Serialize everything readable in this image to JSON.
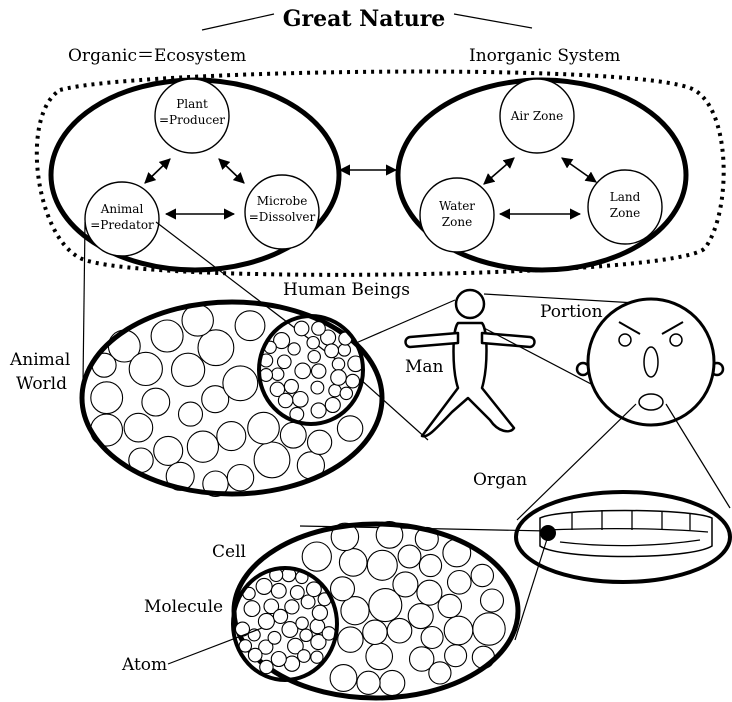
{
  "title": "Great Nature",
  "labels": {
    "organic": "Organic＝Ecosystem",
    "inorganic": "Inorganic System",
    "human_beings": "Human Beings",
    "portion": "Portion",
    "man": "Man",
    "animal_world_1": "Animal",
    "animal_world_2": "World",
    "organ": "Organ",
    "cell": "Cell",
    "molecule": "Molecule",
    "atom": "Atom"
  },
  "ecosystem": {
    "plant_1": "Plant",
    "plant_2": "=Producer",
    "animal_1": "Animal",
    "animal_2": "=Predator",
    "microbe_1": "Microbe",
    "microbe_2": "=Dissolver"
  },
  "inorganic_zones": {
    "air": "Air Zone",
    "water_1": "Water",
    "water_2": "Zone",
    "land_1": "Land",
    "land_2": "Zone"
  }
}
